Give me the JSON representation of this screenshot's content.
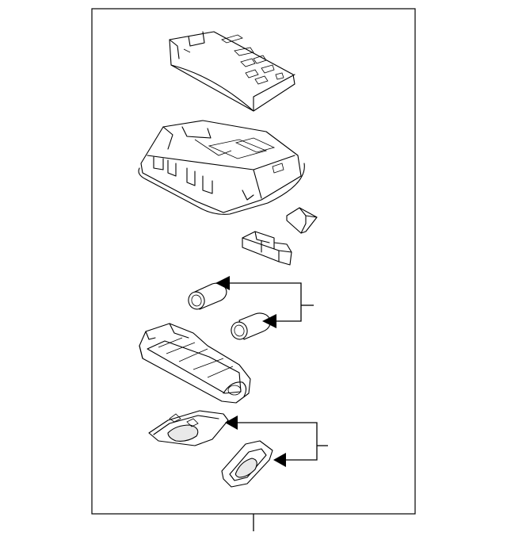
{
  "diagram": {
    "type": "exploded parts diagram",
    "parts": [
      "bracket",
      "lamp-housing",
      "switch-knob",
      "switch-block",
      "bulb-upper",
      "bulb-lower",
      "lamp-base",
      "lens-left",
      "lens-right"
    ],
    "callouts": [
      {
        "group": "bulbs",
        "targets": [
          "bulb-upper",
          "bulb-lower"
        ]
      },
      {
        "group": "lenses",
        "targets": [
          "lens-left",
          "lens-right"
        ]
      }
    ],
    "colors": {
      "line": "#000000",
      "background": "#ffffff",
      "shade": "#e9e9e9"
    }
  }
}
